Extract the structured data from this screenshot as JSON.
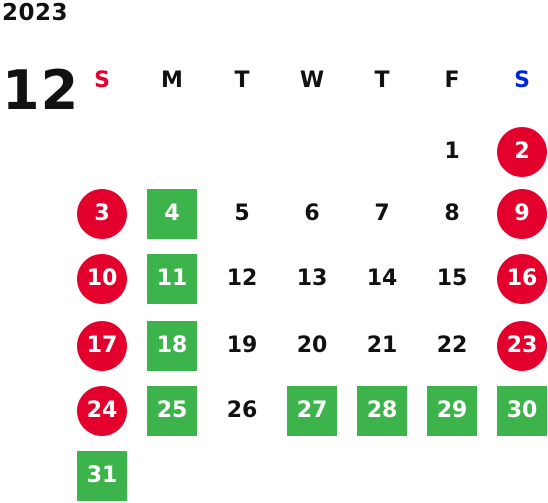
{
  "year": "2023",
  "month": "12",
  "colors": {
    "weekend": "#e3002d",
    "holiday": "#3cb44b",
    "sunday_header": "#e3002d",
    "saturday_header": "#0026d9",
    "text": "#111111"
  },
  "weekdays": [
    "S",
    "M",
    "T",
    "W",
    "T",
    "F",
    "S"
  ],
  "first_weekday": 5,
  "days": [
    {
      "n": "1",
      "t": "plain"
    },
    {
      "n": "2",
      "t": "weekend"
    },
    {
      "n": "3",
      "t": "weekend"
    },
    {
      "n": "4",
      "t": "holiday"
    },
    {
      "n": "5",
      "t": "plain"
    },
    {
      "n": "6",
      "t": "plain"
    },
    {
      "n": "7",
      "t": "plain"
    },
    {
      "n": "8",
      "t": "plain"
    },
    {
      "n": "9",
      "t": "weekend"
    },
    {
      "n": "10",
      "t": "weekend"
    },
    {
      "n": "11",
      "t": "holiday"
    },
    {
      "n": "12",
      "t": "plain"
    },
    {
      "n": "13",
      "t": "plain"
    },
    {
      "n": "14",
      "t": "plain"
    },
    {
      "n": "15",
      "t": "plain"
    },
    {
      "n": "16",
      "t": "weekend"
    },
    {
      "n": "17",
      "t": "weekend"
    },
    {
      "n": "18",
      "t": "holiday"
    },
    {
      "n": "19",
      "t": "plain"
    },
    {
      "n": "20",
      "t": "plain"
    },
    {
      "n": "21",
      "t": "plain"
    },
    {
      "n": "22",
      "t": "plain"
    },
    {
      "n": "23",
      "t": "weekend"
    },
    {
      "n": "24",
      "t": "weekend"
    },
    {
      "n": "25",
      "t": "holiday"
    },
    {
      "n": "26",
      "t": "plain"
    },
    {
      "n": "27",
      "t": "holiday"
    },
    {
      "n": "28",
      "t": "holiday"
    },
    {
      "n": "29",
      "t": "holiday"
    },
    {
      "n": "30",
      "t": "holiday"
    },
    {
      "n": "31",
      "t": "holiday"
    }
  ]
}
